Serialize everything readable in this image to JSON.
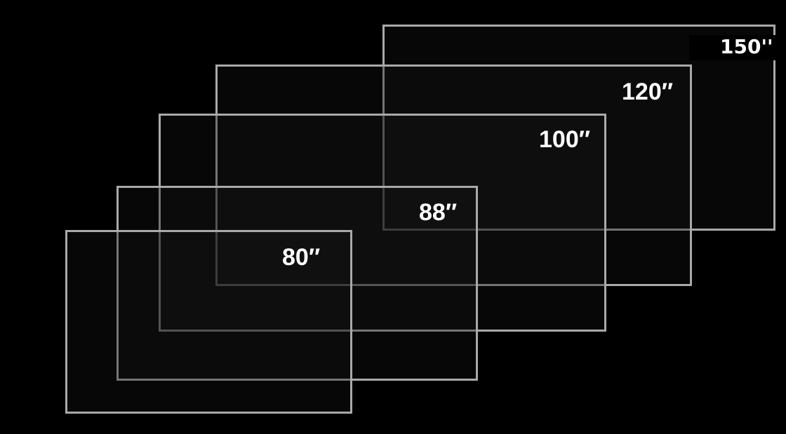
{
  "screens": [
    {
      "size": 150,
      "label": "150''"
    },
    {
      "size": 120,
      "label": "120″"
    },
    {
      "size": 100,
      "label": "100″"
    },
    {
      "size": 88,
      "label": "88″"
    },
    {
      "size": 80,
      "label": "80″"
    }
  ]
}
